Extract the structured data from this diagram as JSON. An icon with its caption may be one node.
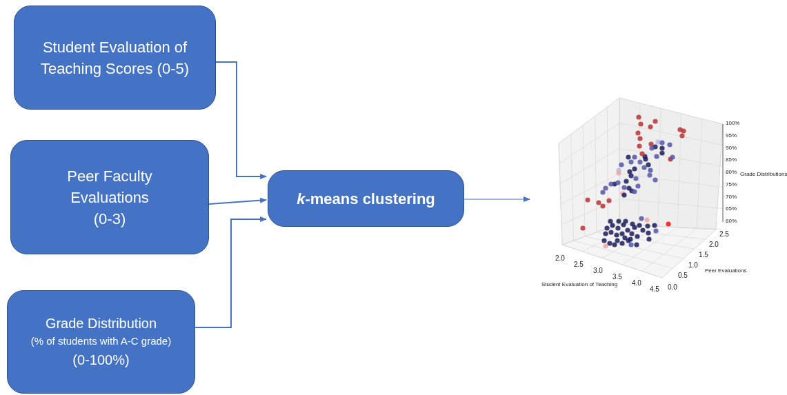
{
  "diagram": {
    "nodes": [
      {
        "text": [
          "Student Evaluation of Teaching Scores (0-5)"
        ]
      },
      {
        "text": [
          "Peer Faculty Evaluations",
          "(0-3)"
        ]
      },
      {
        "text": [
          "Grade Distribution",
          "(% of students with A-C grade)",
          "(0-100%)"
        ]
      },
      {
        "text": [
          "*k*-means clustering"
        ]
      },
      {
        "text": [],
        "shape": "picture"
      }
    ],
    "edges": [
      {
        "from": 0,
        "to": 3,
        "arrow": "to"
      },
      {
        "from": 1,
        "to": 3,
        "arrow": "to"
      },
      {
        "from": 2,
        "to": 3,
        "arrow": "to"
      },
      {
        "from": 3,
        "to": 4,
        "arrow": "to"
      }
    ],
    "labels": [
      "100%",
      "95%",
      "90%",
      "85%",
      "80%",
      "75%",
      "70%",
      "65%",
      "60%",
      "Grade Distributions",
      "2.5",
      "2.0",
      "1.5",
      "1.0",
      "0.5",
      "0.0",
      "Peer Evaluations",
      "2.0",
      "2.5",
      "3.0",
      "3.5",
      "4.0",
      "4.5",
      "Student Evaluation of Teaching"
    ]
  }
}
